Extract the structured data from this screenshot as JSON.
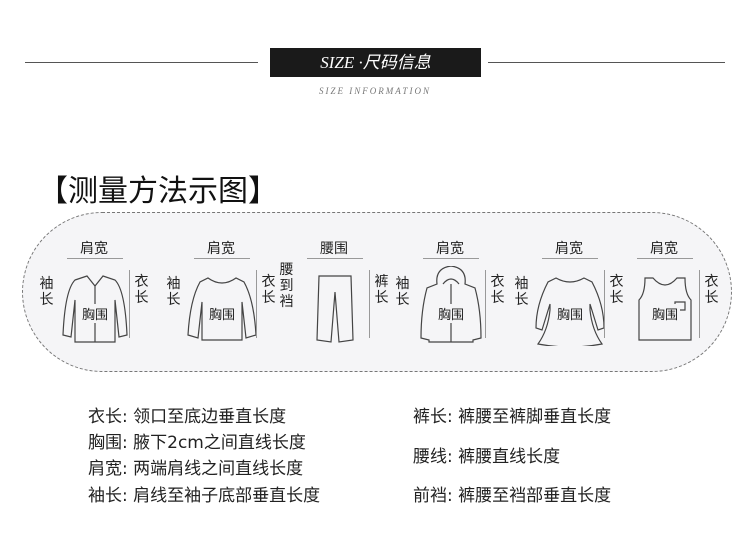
{
  "header": {
    "title": "SIZE ·尺码信息",
    "subtitle": "SIZE INFORMATION"
  },
  "section_title": "【测量方法示图】",
  "garments": [
    {
      "name": "shirt",
      "top": "肩宽",
      "left": "袖长",
      "right": "衣长",
      "chest": "胸围"
    },
    {
      "name": "sweater",
      "top": "肩宽",
      "left": "袖长",
      "right": "衣长",
      "chest": "胸围"
    },
    {
      "name": "pants",
      "top": "腰围",
      "left": "腰到裆",
      "right": "裤长"
    },
    {
      "name": "hoodie",
      "top": "肩宽",
      "left": "袖长",
      "right": "衣长",
      "chest": "胸围"
    },
    {
      "name": "dress",
      "top": "肩宽",
      "left": "袖长",
      "right": "衣长",
      "chest": "胸围"
    },
    {
      "name": "vest",
      "top": "肩宽",
      "right": "衣长",
      "chest": "胸围"
    }
  ],
  "definitions_left": [
    {
      "term": "衣长:",
      "text": "领口至底边垂直长度"
    },
    {
      "term": "胸围:",
      "text": "腋下2cm之间直线长度"
    },
    {
      "term": "肩宽:",
      "text": "两端肩线之间直线长度"
    },
    {
      "term": "袖长:",
      "text": "肩线至袖子底部垂直长度"
    }
  ],
  "definitions_right": [
    {
      "term": "裤长:",
      "text": "裤腰至裤脚垂直长度"
    },
    {
      "term": "腰线:",
      "text": "裤腰直线长度"
    },
    {
      "term": "前裆:",
      "text": "裤腰至裆部垂直长度"
    }
  ]
}
